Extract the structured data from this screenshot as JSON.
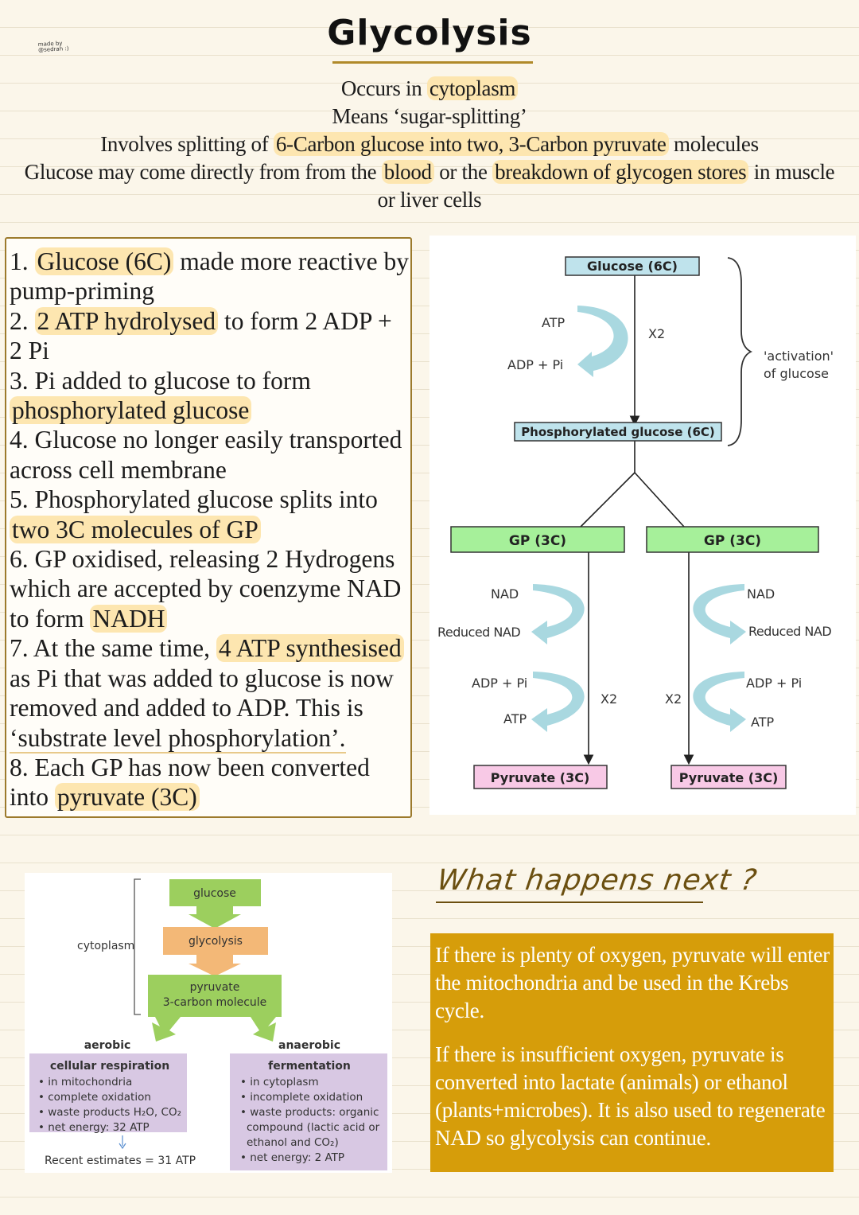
{
  "credit": {
    "line1": "made by",
    "line2": "@sedrah :)"
  },
  "title": "Glycolysis",
  "intro": {
    "line1": {
      "a": "Occurs in ",
      "b": "cytoplasm"
    },
    "line2": "Means ‘sugar-splitting’",
    "line3": {
      "a": "Involves splitting of ",
      "b": "6-Carbon glucose into two, 3-Carbon pyruvate",
      "c": " molecules"
    },
    "line4": {
      "a": "Glucose may come directly from from the ",
      "b": "blood",
      "c": " or the ",
      "d": "breakdown of glycogen stores",
      "e": " in muscle"
    },
    "line5": "or liver cells"
  },
  "steps": {
    "l1": {
      "a": "1. ",
      "b": "Glucose (6C)",
      "c": " made more reactive by"
    },
    "l2": "pump-priming",
    "l3": {
      "a": "2. ",
      "b": "2 ATP hydrolysed",
      "c": " to form 2 ADP +"
    },
    "l4": "2 Pi",
    "l5": "3. Pi added to glucose to form",
    "l6": "phosphorylated glucose",
    "l7": "4. Glucose no longer easily transported",
    "l8": "across cell membrane",
    "l9": "5. Phosphorylated glucose splits into",
    "l10": "two 3C molecules of  GP",
    "l11": "6. GP oxidised, releasing 2 Hydrogens",
    "l12": "which are accepted by coenzyme NAD",
    "l13": {
      "a": "to form ",
      "b": "NADH"
    },
    "l14": {
      "a": "7. At the same time, ",
      "b": "4 ATP synthesised"
    },
    "l15": "as Pi that was added to glucose is now",
    "l16": "removed and added to ADP. This is",
    "l17": "‘substrate level phosphorylation’.",
    "l18": "8. Each GP has now been converted",
    "l19": {
      "a": "into ",
      "b": "pyruvate (3C)"
    }
  },
  "diagram": {
    "glucose": "Glucose (6C)",
    "atp": "ATP",
    "adp_pi": "ADP + Pi",
    "x2": "X2",
    "activation_1": "'activation'",
    "activation_2": "of glucose",
    "phosphorylated": "Phosphorylated  glucose (6C)",
    "gp": "GP (3C)",
    "nad": "NAD",
    "reduced_nad": "Reduced NAD",
    "pyruvate": "Pyruvate (3C)",
    "colors": {
      "blue_box": "#bfe3ec",
      "green_box": "#a6f09a",
      "pink_box": "#f8c9e6",
      "arrow": "#a9d8e0"
    }
  },
  "lower_diagram": {
    "glucose": "glucose",
    "glycolysis": "glycolysis",
    "pyruvate": "pyruvate",
    "pyruvate_sub": "3-carbon molecule",
    "cytoplasm": "cytoplasm",
    "aerobic": "aerobic",
    "anaerobic": "anaerobic",
    "cellular_respiration": "cellular respiration",
    "aerobic_items": {
      "i1": "• in mitochondria",
      "i2": "• complete oxidation",
      "i3": "• waste products H₂O, CO₂",
      "i4": "• net energy: 32 ATP"
    },
    "fermentation": "fermentation",
    "anaerobic_items": {
      "i1": "• in cytoplasm",
      "i2": "• incomplete oxidation",
      "i3": "• waste products: organic",
      "i4": "compound (lactic acid or",
      "i5": "ethanol and CO₂)",
      "i6": "• net energy: 2 ATP"
    },
    "estimate": "Recent estimates = 31 ATP",
    "colors": {
      "green": "#9ccf5e",
      "orange": "#f3b877",
      "purple": "#d8c8e3"
    }
  },
  "next": {
    "heading": "What happens next ?",
    "p1": "If there is plenty of oxygen, pyruvate will enter the mitochondria and be used in the Krebs cycle.",
    "p2": "If there is insufficient oxygen, pyruvate is converted into lactate (animals) or ethanol (plants+microbes). It is also used to regenerate NAD so glycolysis can continue.",
    "box_color": "#d69d0a"
  }
}
